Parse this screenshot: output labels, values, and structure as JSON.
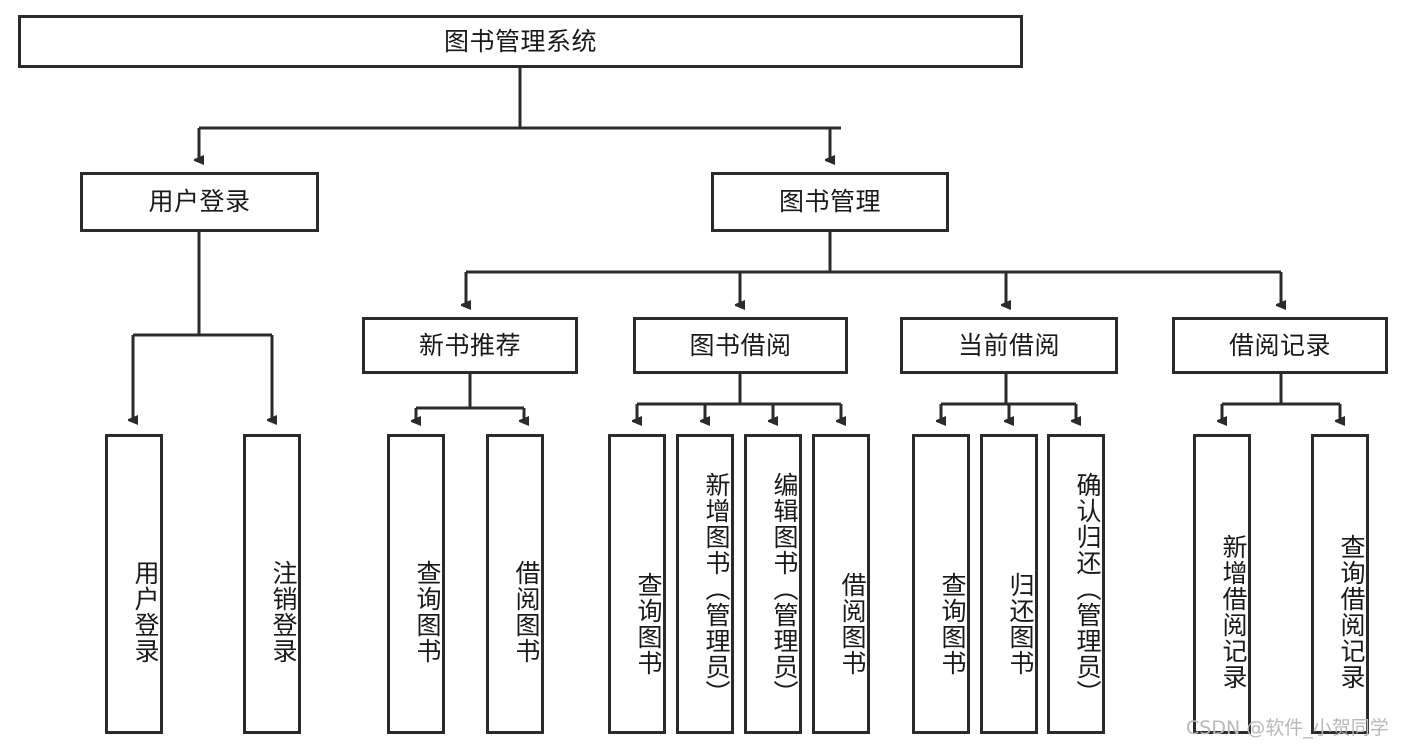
{
  "diagram": {
    "title": "图书管理系统",
    "type": "tree-hierarchy",
    "root": {
      "label": "图书管理系统"
    },
    "level2": [
      {
        "label": "用户登录"
      },
      {
        "label": "图书管理"
      }
    ],
    "level3": [
      {
        "label": "新书推荐"
      },
      {
        "label": "图书借阅"
      },
      {
        "label": "当前借阅"
      },
      {
        "label": "借阅记录"
      }
    ],
    "leaves": {
      "user_login": [
        {
          "label": "用户登录"
        },
        {
          "label": "注销登录"
        }
      ],
      "new_book_recommend": [
        {
          "label": "查询图书"
        },
        {
          "label": "借阅图书"
        }
      ],
      "book_borrow": [
        {
          "label": "查询图书"
        },
        {
          "label": "新增图书（管理员）"
        },
        {
          "label": "编辑图书（管理员）"
        },
        {
          "label": "借阅图书"
        }
      ],
      "current_borrow": [
        {
          "label": "查询图书"
        },
        {
          "label": "归还图书"
        },
        {
          "label": "确认归还（管理员）"
        }
      ],
      "borrow_record": [
        {
          "label": "新增借阅记录"
        },
        {
          "label": "查询借阅记录"
        }
      ]
    }
  },
  "watermark": {
    "text": "CSDN @软件_小贺同学"
  },
  "colors": {
    "stroke": "#2b2b2b",
    "text": "#1a1a1a",
    "background": "#ffffff",
    "watermark": "#b9b9b9"
  }
}
